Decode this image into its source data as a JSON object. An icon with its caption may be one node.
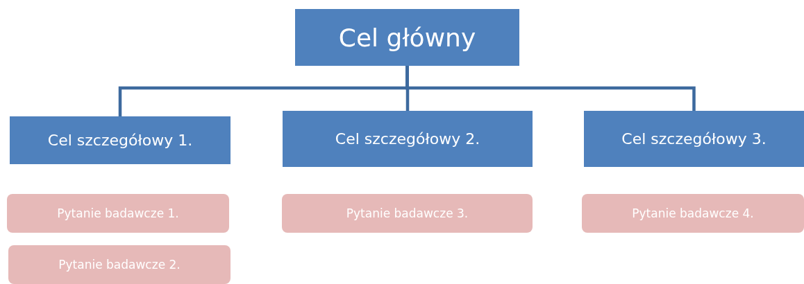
{
  "diagram": {
    "nodes": [
      {
        "text": [
          "Cel główny"
        ]
      },
      {
        "text": [
          "Cel szczegółowy 1."
        ]
      },
      {
        "text": [
          "Cel szczegółowy 2."
        ]
      },
      {
        "text": [
          "Cel szczegółowy 3."
        ]
      },
      {
        "text": [
          "Pytanie badawcze 1."
        ]
      },
      {
        "text": [
          "Pytanie badawcze 3."
        ]
      },
      {
        "text": [
          "Pytanie badawcze 4."
        ]
      },
      {
        "text": [
          "Pytanie badawcze 2."
        ]
      }
    ],
    "edges": [
      {
        "from": 0,
        "to": 1,
        "arrow": "none"
      },
      {
        "from": 0,
        "to": 2,
        "arrow": "none"
      },
      {
        "from": 0,
        "to": 3,
        "arrow": "none"
      }
    ]
  }
}
